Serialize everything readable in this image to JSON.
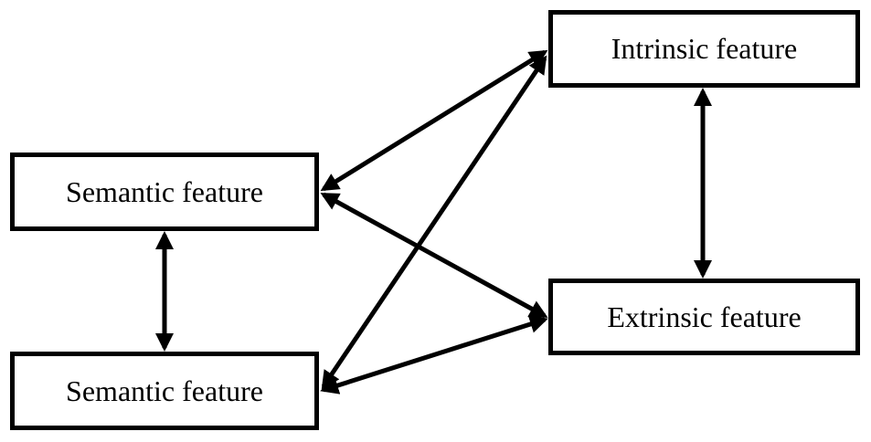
{
  "nodes": {
    "semantic_feature_1": "Semantic feature",
    "semantic_feature_2": "Semantic feature",
    "intrinsic_feature": "Intrinsic feature",
    "extrinsic_feature": "Extrinsic feature"
  },
  "edges": [
    {
      "from": "semantic_feature_1",
      "to": "semantic_feature_2",
      "bidirectional": true
    },
    {
      "from": "semantic_feature_1",
      "to": "intrinsic_feature",
      "bidirectional": true
    },
    {
      "from": "semantic_feature_1",
      "to": "extrinsic_feature",
      "bidirectional": true
    },
    {
      "from": "semantic_feature_2",
      "to": "intrinsic_feature",
      "bidirectional": true
    },
    {
      "from": "semantic_feature_2",
      "to": "extrinsic_feature",
      "bidirectional": true
    },
    {
      "from": "intrinsic_feature",
      "to": "extrinsic_feature",
      "bidirectional": true
    }
  ],
  "colors": {
    "stroke": "#000000",
    "background": "#ffffff"
  }
}
